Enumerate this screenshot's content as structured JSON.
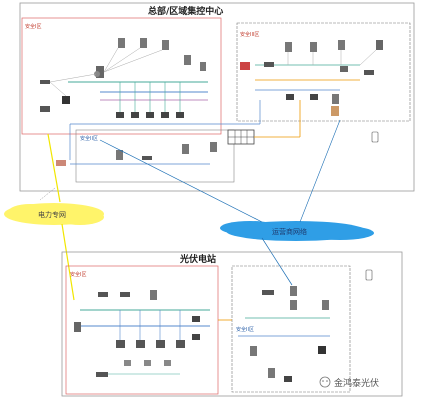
{
  "diagram": {
    "hq_title": "总部/区域集控中心",
    "station_title": "光伏电站",
    "zone_1": "安全I区",
    "zone_3_hq": "安全III区",
    "zone_2_hq": "安全II区",
    "zone_1_station": "安全I区",
    "zone_2_station": "安全II区",
    "power_network": "电力专网",
    "operator_network": "运营商网络",
    "watermark": "金鸿泰光伏"
  }
}
